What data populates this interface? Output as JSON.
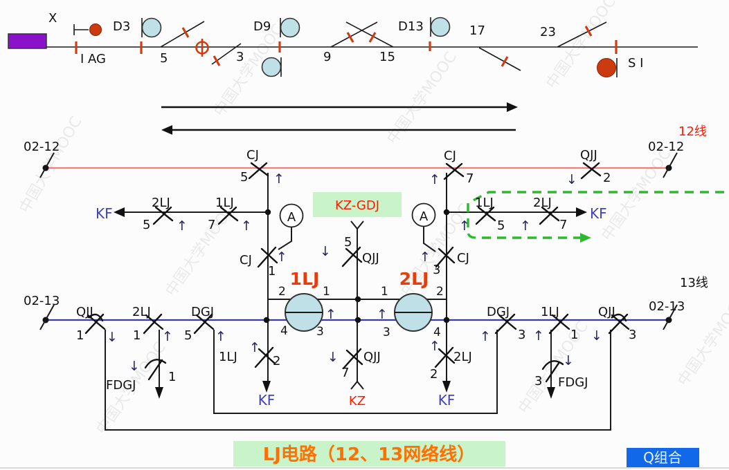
{
  "watermark": "中国大学MOOC",
  "colors": {
    "line12": "#f37b7b",
    "line13": "#3939a0",
    "relay_fill": "#bfe0e6",
    "signal_red": "#cc3a10",
    "green_box": "#c9f3c9",
    "q_blue": "#1168e8",
    "dashed_green": "#2eb82e",
    "title_orange": "#ff7000",
    "kf_blue": "#4040c0",
    "label_red": "#ff1a00"
  },
  "track": {
    "x_signal": "X",
    "iag": "I AG",
    "d3": "D3",
    "d9": "D9",
    "d13": "D13",
    "si": "S I",
    "sec5": "5",
    "sec3": "3",
    "sec9": "9",
    "sec15": "15",
    "sec17": "17",
    "sec23": "23"
  },
  "line12": {
    "name": "12线",
    "terminal_left": "02-12",
    "terminal_right": "02-12",
    "cj5": {
      "label": "CJ",
      "num": "5",
      "arrow": "↑"
    },
    "cj7": {
      "label": "CJ",
      "num": "7",
      "arrow": "↑"
    },
    "qjj2": {
      "label": "QJJ",
      "num": "2",
      "arrow": "↓"
    }
  },
  "line13": {
    "name": "13线",
    "terminal_left": "02-13",
    "terminal_right": "02-13",
    "qjj1": {
      "label": "QJJ",
      "num": "1",
      "arrow": "↓"
    },
    "lj2a": {
      "label": "2LJ",
      "num": "1",
      "arrow": "↑"
    },
    "dgj5": {
      "label": "DGJ",
      "num": "5",
      "arrow": "↑"
    },
    "dgj3": {
      "label": "DGJ",
      "num": "3",
      "arrow": "↑"
    },
    "lj1a": {
      "label": "1LJ",
      "num": "1",
      "arrow": "↑"
    },
    "qjj3": {
      "label": "QJJ",
      "num": "3",
      "arrow": "↓"
    }
  },
  "kf_left": {
    "dest": "KF",
    "c2lj": {
      "label": "2LJ",
      "num": "5",
      "arrow": "↑"
    },
    "c1lj": {
      "label": "1LJ",
      "num": "7",
      "arrow": "↑"
    }
  },
  "kf_right": {
    "dest": "KF",
    "c1lj": {
      "label": "1LJ",
      "num": "5",
      "arrow": "↑"
    },
    "c2lj": {
      "label": "2LJ",
      "num": "7",
      "arrow": "↑"
    }
  },
  "meter": "A",
  "kz_gdj": "KZ-GDJ",
  "qjj5": {
    "label": "QJJ",
    "num": "5",
    "arrow": "↓"
  },
  "cj1": {
    "label": "CJ",
    "num": "1",
    "arrow": "↑"
  },
  "cj3": {
    "label": "CJ",
    "num": "3",
    "arrow": "↑"
  },
  "relay1": {
    "name": "1LJ",
    "t1": "1",
    "t2": "2",
    "t3": "3",
    "t4": "4",
    "arrow": "↑"
  },
  "relay2": {
    "name": "2LJ",
    "t1": "1",
    "t2": "2",
    "t3": "3",
    "t4": "4",
    "arrow": "↑"
  },
  "br_lj1": {
    "label": "1LJ",
    "num": "2",
    "arrow": "↑",
    "dest": "KF"
  },
  "br_qjj7": {
    "label": "QJJ",
    "num": "7",
    "arrow": "↓",
    "dest": "KZ"
  },
  "br_lj2": {
    "label": "2LJ",
    "num": "2",
    "arrow": "↑",
    "dest": "KF"
  },
  "fdgj_left": {
    "arrow": "↓",
    "label": "FDGJ"
  },
  "arc_left": {
    "num": "1"
  },
  "fdgj_right": {
    "arrow": "↓",
    "num": "3",
    "label": "FDGJ"
  },
  "footer": {
    "title": "LJ电路（12、13网络线）",
    "q_box": "Q组合"
  }
}
